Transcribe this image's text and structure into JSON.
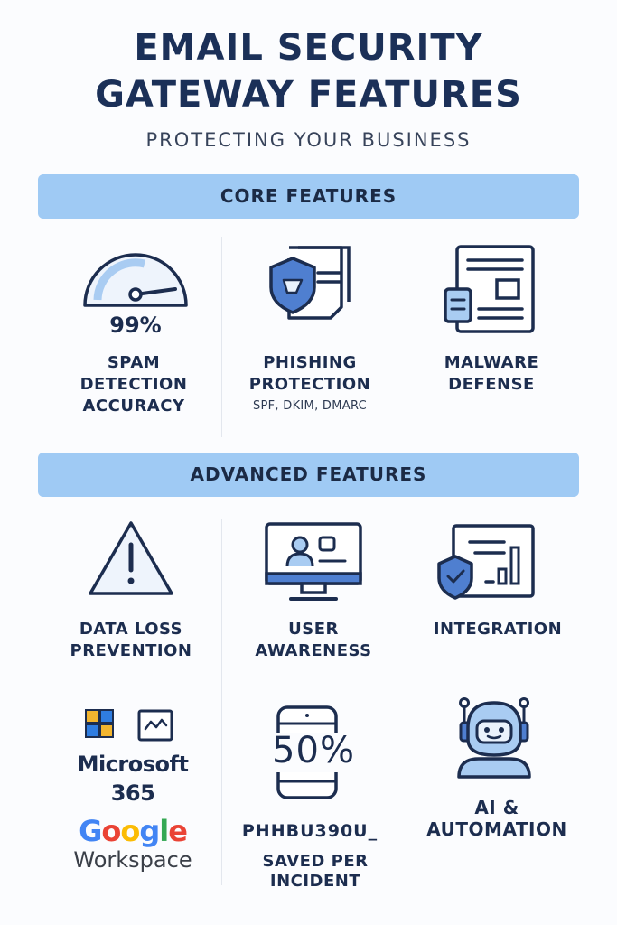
{
  "header": {
    "title_line1": "EMAIL SECURITY",
    "title_line2": "GATEWAY FEATURES",
    "subtitle": "PROTECTING YOUR BUSINESS"
  },
  "core": {
    "banner": "CORE FEATURES",
    "spam": {
      "value": "99%",
      "label_l1": "SPAM",
      "label_l2": "DETECTION",
      "label_l3": "ACCURACY"
    },
    "phishing": {
      "label_l1": "PHISHING",
      "label_l2": "PROTECTION",
      "sub": "SPF, DKIM, DMARC"
    },
    "malware": {
      "label_l1": "MALWARE",
      "label_l2": "DEFENSE"
    }
  },
  "advanced": {
    "banner": "ADVANCED FEATURES",
    "dlp": {
      "label_l1": "DATA LOSS",
      "label_l2": "PREVENTION"
    },
    "awareness": {
      "label_l1": "USER",
      "label_l2": "AWARENESS"
    },
    "integration": {
      "label": "INTEGRATION"
    },
    "platforms": {
      "ms_l1": "Microsoft",
      "ms_l2": "365",
      "google": "Google",
      "workspace": "Workspace"
    },
    "saved": {
      "value": "50%",
      "code": "PHHBU390U_",
      "label_l1": "SAVED PER",
      "label_l2": "INCIDENT"
    },
    "ai": {
      "label_l1": "AI &",
      "label_l2": "AUTOMATION"
    }
  },
  "colors": {
    "navy": "#1c2d4f",
    "accent": "#9fcaf4",
    "icon_fill": "#a9ccf2",
    "icon_blue": "#4f7fd0"
  }
}
